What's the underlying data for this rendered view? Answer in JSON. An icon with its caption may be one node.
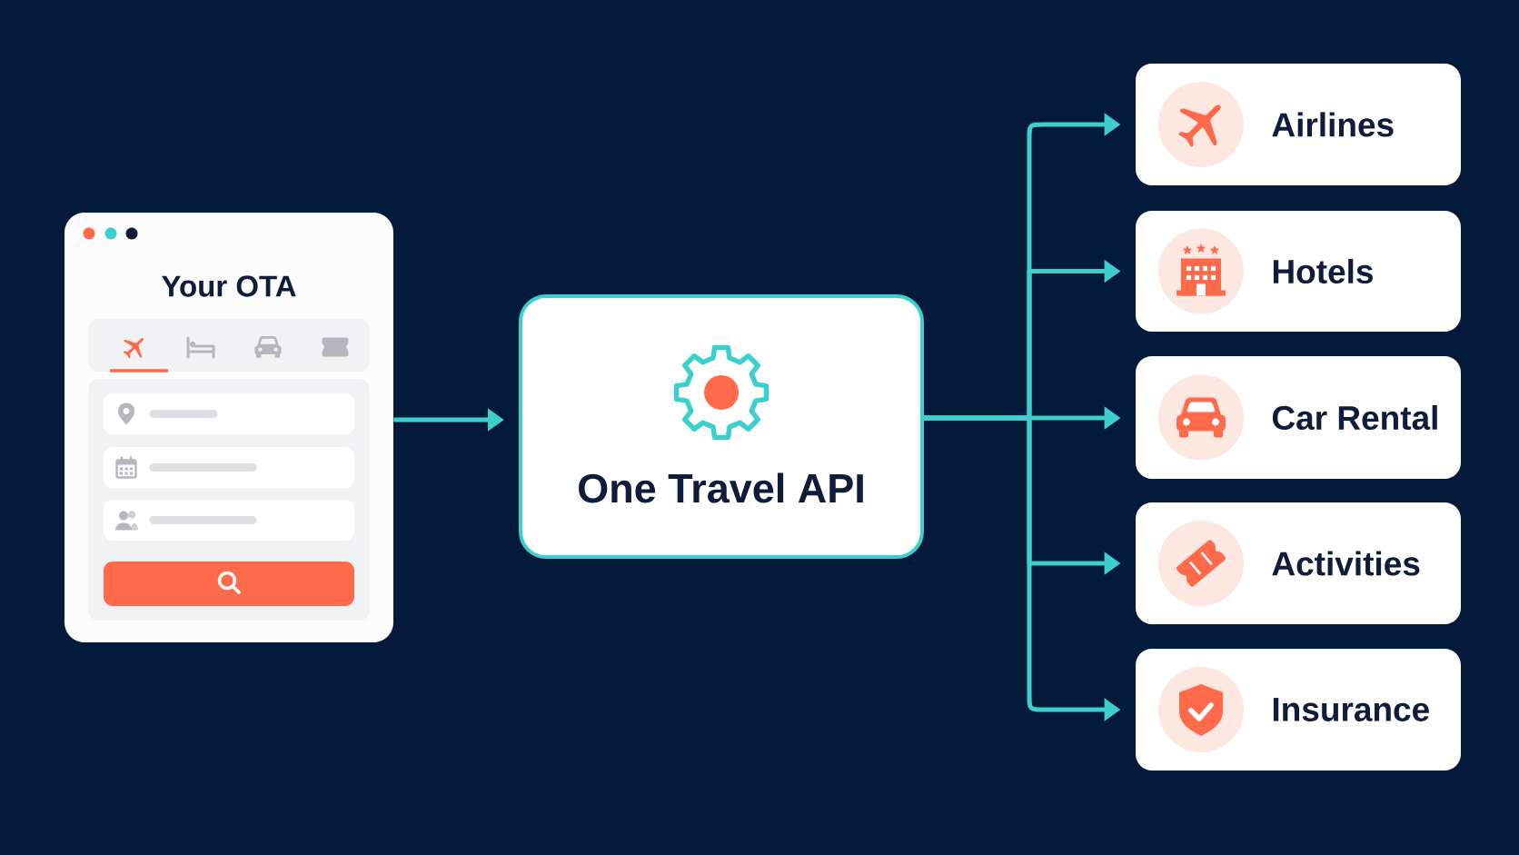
{
  "diagram": {
    "nodes": [
      {
        "text": [
          "Your OTA"
        ]
      },
      {
        "text": [
          "One Travel API"
        ]
      },
      {
        "text": [
          "Airlines"
        ]
      },
      {
        "text": [
          "Hotels"
        ]
      },
      {
        "text": [
          "Car Rental"
        ]
      },
      {
        "text": [
          "Activities"
        ]
      },
      {
        "text": [
          "Insurance"
        ]
      }
    ],
    "edges": [
      {
        "from": 0,
        "to": 1,
        "arrow": "to"
      },
      {
        "from": 1,
        "to": 2,
        "arrow": "to"
      },
      {
        "from": 1,
        "to": 3,
        "arrow": "to"
      },
      {
        "from": 1,
        "to": 4,
        "arrow": "to"
      },
      {
        "from": 1,
        "to": 5,
        "arrow": "to"
      },
      {
        "from": 1,
        "to": 6,
        "arrow": "to"
      }
    ]
  }
}
